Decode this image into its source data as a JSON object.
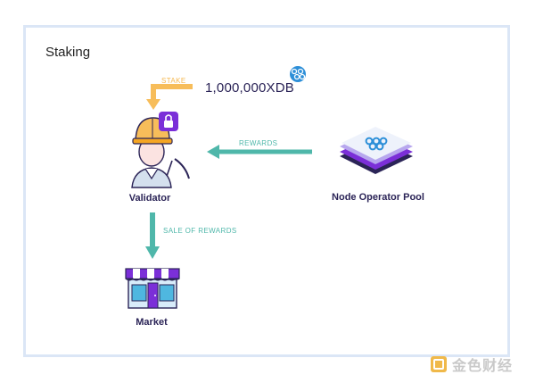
{
  "diagram": {
    "title": "Staking",
    "amount": "1,000,000XDB",
    "stake_label": "STAKE",
    "rewards_label": "REWARDS",
    "sale_label": "SALE OF REWARDS",
    "validator_label": "Validator",
    "node_pool_label": "Node Operator Pool",
    "market_label": "Market"
  },
  "watermark": {
    "text": "金色财经"
  },
  "colors": {
    "stake_arrow": "#f7bd5a",
    "teal_arrow": "#4fb7aa",
    "purple": "#7b2fd8",
    "navy": "#2b2457",
    "frame_border": "#dbe6f6"
  }
}
